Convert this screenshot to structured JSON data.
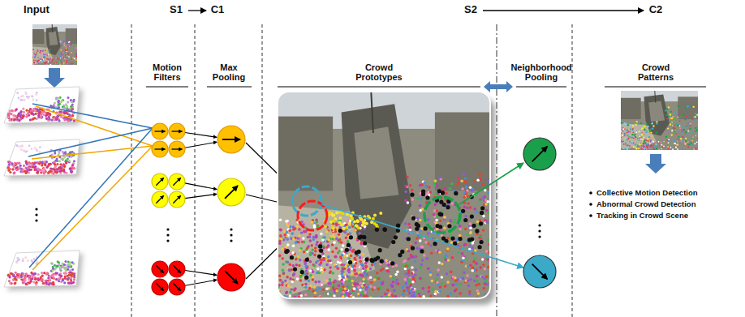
{
  "diagram": {
    "labels": [
      "Input",
      "S1",
      "C1",
      "S2",
      "C2",
      "Motion Filters",
      "Max Pooling",
      "Crowd Prototypes",
      "Neighborhood Pooling",
      "Crowd Patterns",
      "Collective Motion Detection",
      "Abnormal Crowd Detection",
      "Tracking in Crowd Scene"
    ]
  }
}
